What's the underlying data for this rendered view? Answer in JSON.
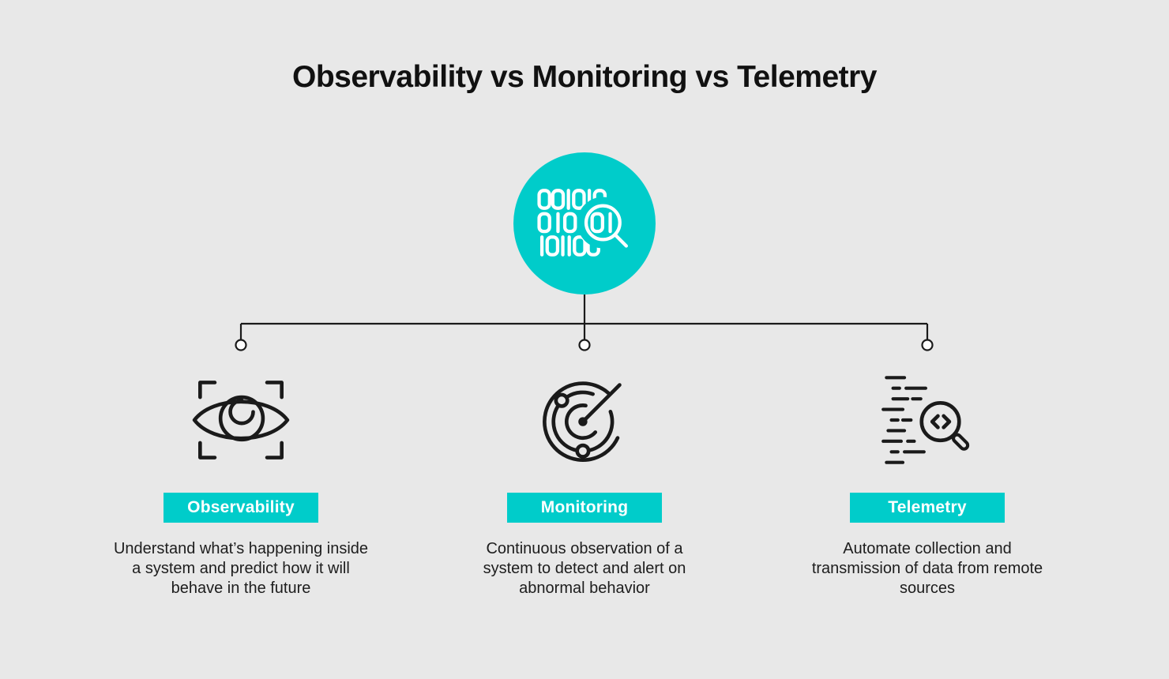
{
  "title": "Observability vs Monitoring vs Telemetry",
  "colors": {
    "teal": "#00CCCA",
    "background": "#E8E8E8",
    "ink": "#1A1A1A"
  },
  "hub": {
    "icon": "binary-search-icon",
    "binary_rows": [
      "001010",
      "010",
      "101100"
    ],
    "lens_text": "01"
  },
  "branches": [
    {
      "icon": "eye-scan-icon",
      "label": "Observability",
      "description": "Understand what’s happening inside a system and predict how it will behave in the future",
      "lines": [
        "Understand what’s happening inside",
        "a system and predict how it will",
        "behave in the future"
      ]
    },
    {
      "icon": "radar-icon",
      "label": "Monitoring",
      "description": "Continuous observation of a system to detect and alert on abnormal behavior",
      "lines": [
        "Continuous observation of a",
        "system to detect and alert on",
        "abnormal behavior"
      ]
    },
    {
      "icon": "code-search-icon",
      "label": "Telemetry",
      "description": "Automate collection and transmission of data from remote sources",
      "lines": [
        "Automate collection and",
        "transmission of data from remote",
        "sources"
      ]
    }
  ]
}
